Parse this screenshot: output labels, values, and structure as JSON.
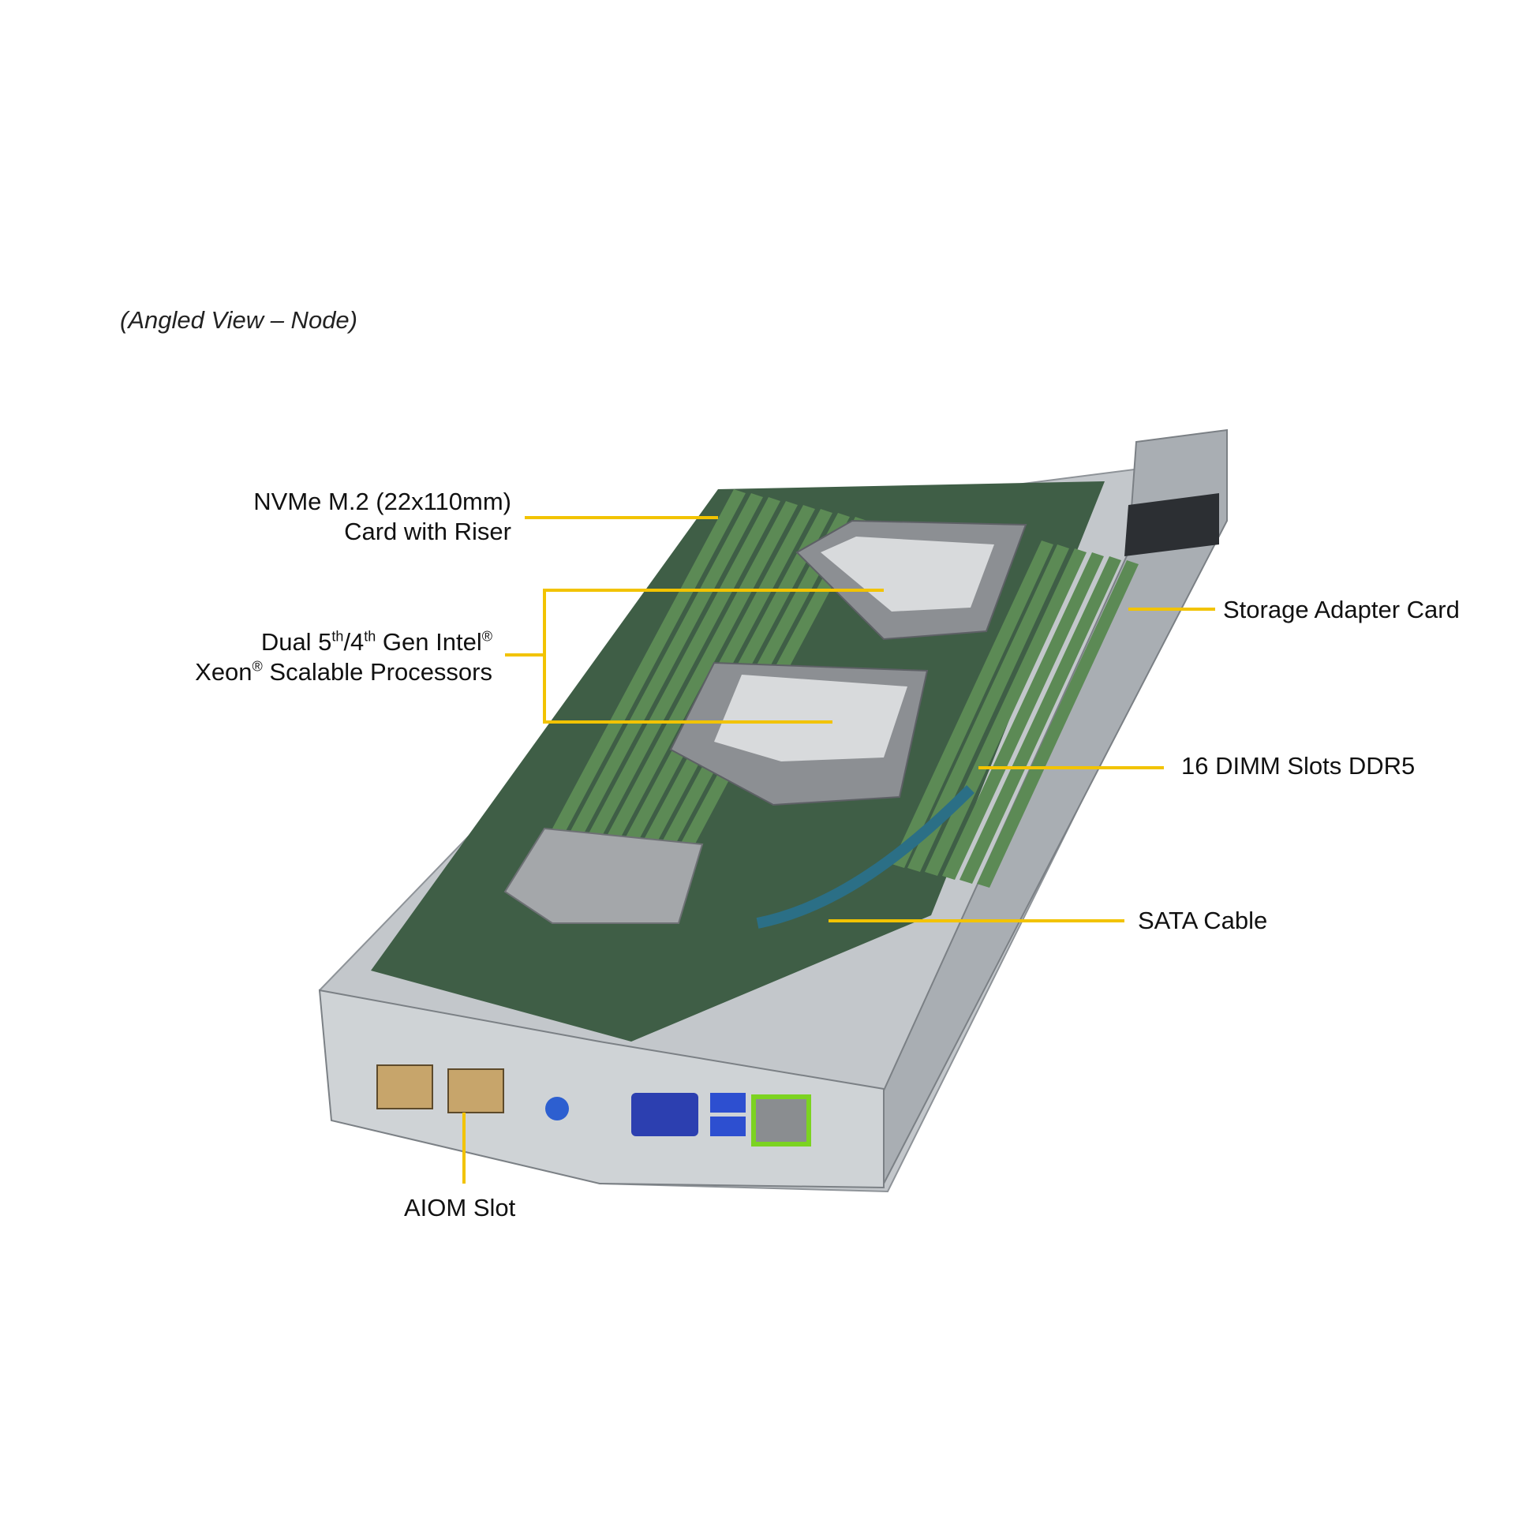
{
  "caption": "(Angled View – Node)",
  "labels": {
    "nvme_line1": "NVMe M.2 (22x110mm)",
    "nvme_line2": "Card with Riser",
    "cpu_line1_a": "Dual 5",
    "cpu_line1_sup1": "th",
    "cpu_line1_b": "/4",
    "cpu_line1_sup2": "th",
    "cpu_line1_c": " Gen Intel",
    "cpu_line1_sup3": "®",
    "cpu_line2_a": "Xeon",
    "cpu_line2_sup": "®",
    "cpu_line2_b": " Scalable Processors",
    "storage": "Storage Adapter Card",
    "dimm": "16 DIMM  Slots DDR5",
    "sata": "SATA Cable",
    "aiom": "AIOM  Slot"
  },
  "colors": {
    "leader": "#f2c300",
    "board": "#3f5e46",
    "dimm": "#5c8a55",
    "chassis": "#b9bec3",
    "heatsink": "#8c8f93",
    "vga": "#2c3fb0",
    "lan_accent": "#7cd321"
  }
}
